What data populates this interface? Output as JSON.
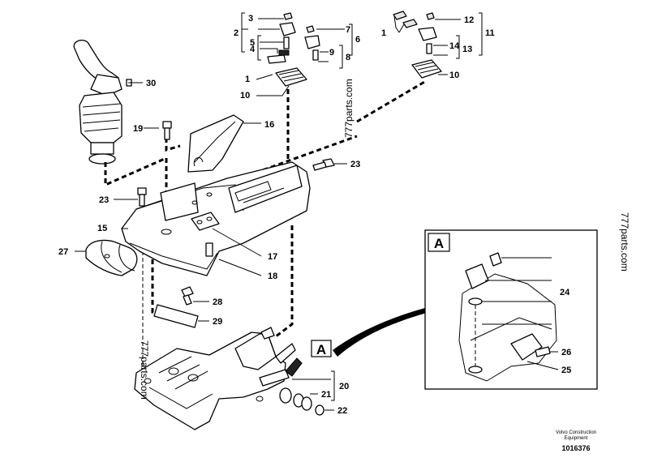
{
  "callouts": {
    "c1a": "1",
    "c1b": "1",
    "c2": "2",
    "c3": "3",
    "c4": "4",
    "c5": "5",
    "c6": "6",
    "c7": "7",
    "c8": "8",
    "c9": "9",
    "c10a": "10",
    "c10b": "10",
    "c11": "11",
    "c12": "12",
    "c13": "13",
    "c14": "14",
    "c15": "15",
    "c16": "16",
    "c17": "17",
    "c18": "18",
    "c19": "19",
    "c20": "20",
    "c21": "21",
    "c22": "22",
    "c23a": "23",
    "c23b": "23",
    "c24": "24",
    "c25": "25",
    "c26": "26",
    "c27": "27",
    "c28": "28",
    "c29": "29",
    "c30": "30"
  },
  "detail": {
    "label_main": "A",
    "label_detail": "A"
  },
  "watermarks": {
    "w1": "777parts.com",
    "w2": "777parts.com",
    "w3": "777parts.com"
  },
  "footer": {
    "company_line1": "Volvo Construction",
    "company_line2": "Equipment",
    "drawing_number": "1016376"
  }
}
